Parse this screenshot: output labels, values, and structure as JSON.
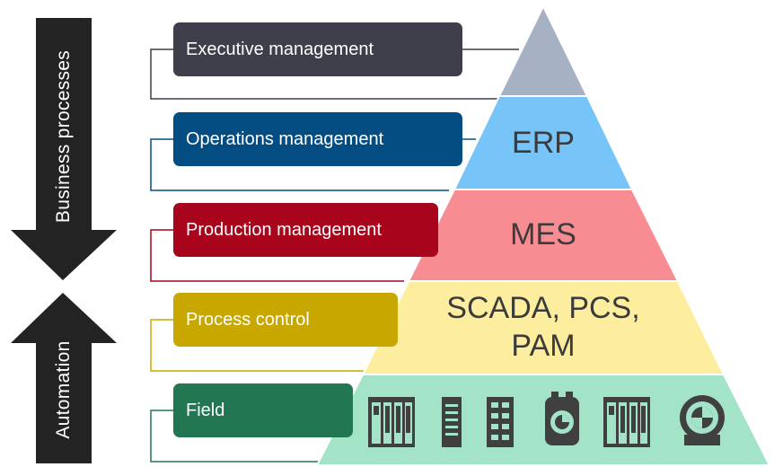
{
  "arrows": {
    "top_label": "Business processes",
    "bottom_label": "Automation"
  },
  "levels": [
    {
      "label": "Executive management",
      "color": "#3e3f4b"
    },
    {
      "label": "Operations management",
      "color": "#044d82"
    },
    {
      "label": "Production management",
      "color": "#a8041c"
    },
    {
      "label": "Process control",
      "color": "#c8a800"
    },
    {
      "label": "Field",
      "color": "#227651"
    }
  ],
  "pyramid": {
    "layers": [
      {
        "label": "",
        "color": "#a6b1c4"
      },
      {
        "label": "ERP",
        "color": "#77c5f8"
      },
      {
        "label": "MES",
        "color": "#f88c93"
      },
      {
        "label": "SCADA, PCS, PAM",
        "color": "#fdee9f"
      },
      {
        "label": "",
        "color": "#a3e3c8"
      }
    ],
    "field_icons": [
      "plc-rack-icon",
      "controller-module-icon",
      "io-module-icon",
      "valve-actuator-icon",
      "plc-rack-icon",
      "pump-icon"
    ]
  }
}
